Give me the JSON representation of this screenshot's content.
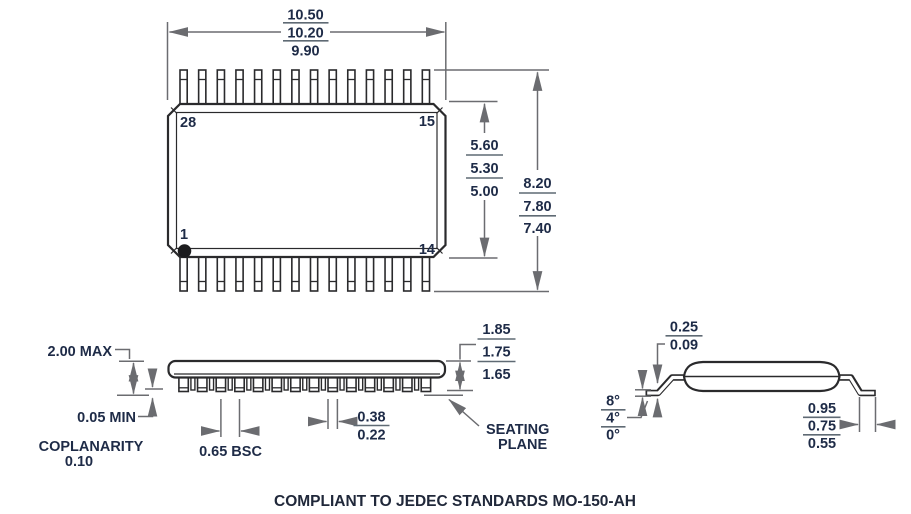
{
  "footer": {
    "compliance_note": "COMPLIANT TO JEDEC STANDARDS MO-150-AH"
  },
  "top_view": {
    "overall_length": {
      "max": "10.50",
      "nom": "10.20",
      "min": "9.90"
    },
    "body_width": {
      "max": "5.60",
      "nom": "5.30",
      "min": "5.00"
    },
    "overall_width": {
      "max": "8.20",
      "nom": "7.80",
      "min": "7.40"
    },
    "pin_labels": {
      "top_left": "28",
      "top_right": "15",
      "bottom_left": "1",
      "bottom_right": "14"
    }
  },
  "front_view": {
    "overall_height": "2.00 MAX",
    "standoff": "0.05 MIN",
    "coplanarity_label": "COPLANARITY",
    "coplanarity_value": "0.10",
    "lead_pitch": "0.65 BSC",
    "lead_width": {
      "max": "0.38",
      "min": "0.22"
    },
    "body_thickness": {
      "max": "1.85",
      "nom": "1.75",
      "min": "1.65"
    },
    "seating_plane_line1": "SEATING",
    "seating_plane_line2": "PLANE"
  },
  "end_view": {
    "lead_thickness": {
      "max": "0.25",
      "min": "0.09"
    },
    "lead_angle": {
      "max": "8°",
      "nom": "4°",
      "min": "0°"
    },
    "foot_length": {
      "max": "0.95",
      "nom": "0.75",
      "min": "0.55"
    }
  },
  "colors": {
    "outline": "#2a2a2c",
    "dimension_line": "#6b6c70",
    "text_ink": "#1e2b47",
    "background": "#ffffff"
  }
}
